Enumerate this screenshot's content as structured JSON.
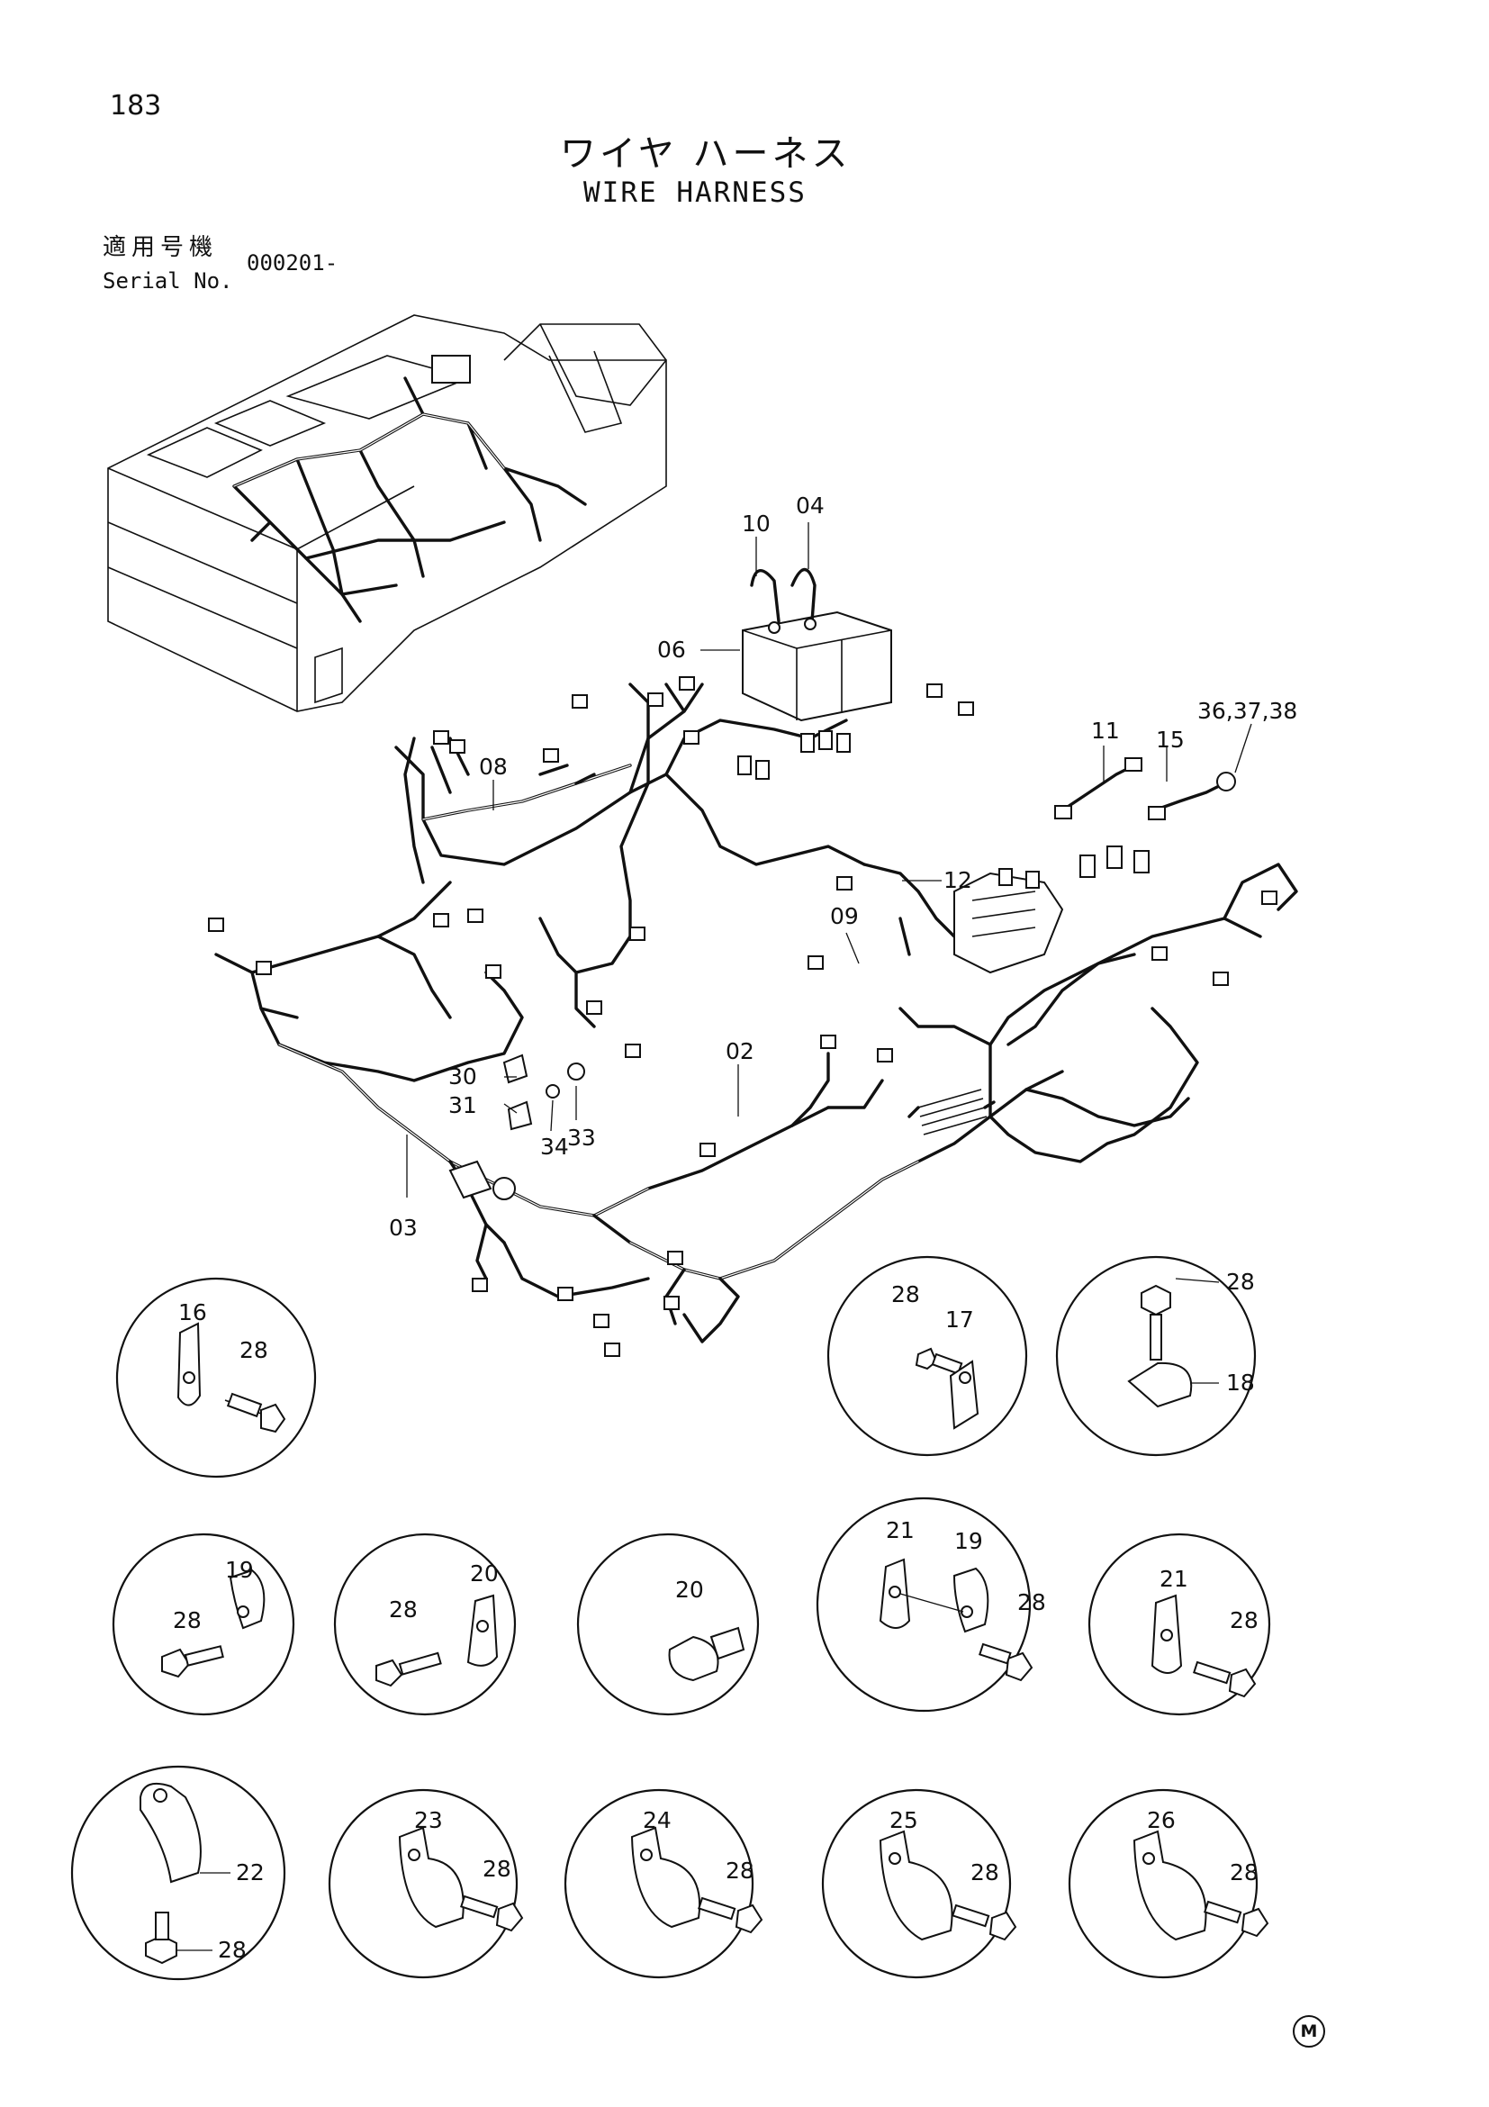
{
  "page": {
    "number": "183",
    "title_jp": "ワイヤ ハーネス",
    "title_en": "WIRE HARNESS",
    "serial_label_jp": "適用号機",
    "serial_label_en": "Serial No.",
    "serial_value": "000201-",
    "mark": "M"
  },
  "callouts": {
    "c10": "10",
    "c04": "04",
    "c06": "06",
    "c08": "08",
    "c11": "11",
    "c15": "15",
    "c363738": "36,37,38",
    "c12": "12",
    "c09": "09",
    "c02": "02",
    "c30": "30",
    "c31": "31",
    "c33": "33",
    "c34": "34",
    "c03": "03"
  },
  "details": [
    {
      "id": "d1",
      "labels": [
        "16",
        "28"
      ]
    },
    {
      "id": "d2",
      "labels": [
        "28",
        "17"
      ]
    },
    {
      "id": "d3",
      "labels": [
        "28",
        "18"
      ]
    },
    {
      "id": "d4",
      "labels": [
        "19",
        "28"
      ]
    },
    {
      "id": "d5",
      "labels": [
        "20",
        "28"
      ]
    },
    {
      "id": "d6",
      "labels": [
        "20"
      ]
    },
    {
      "id": "d7",
      "labels": [
        "21",
        "19",
        "28"
      ]
    },
    {
      "id": "d8",
      "labels": [
        "21",
        "28"
      ]
    },
    {
      "id": "d9",
      "labels": [
        "22",
        "28"
      ]
    },
    {
      "id": "d10",
      "labels": [
        "23",
        "28"
      ]
    },
    {
      "id": "d11",
      "labels": [
        "24",
        "28"
      ]
    },
    {
      "id": "d12",
      "labels": [
        "25",
        "28"
      ]
    },
    {
      "id": "d13",
      "labels": [
        "26",
        "28"
      ]
    }
  ]
}
